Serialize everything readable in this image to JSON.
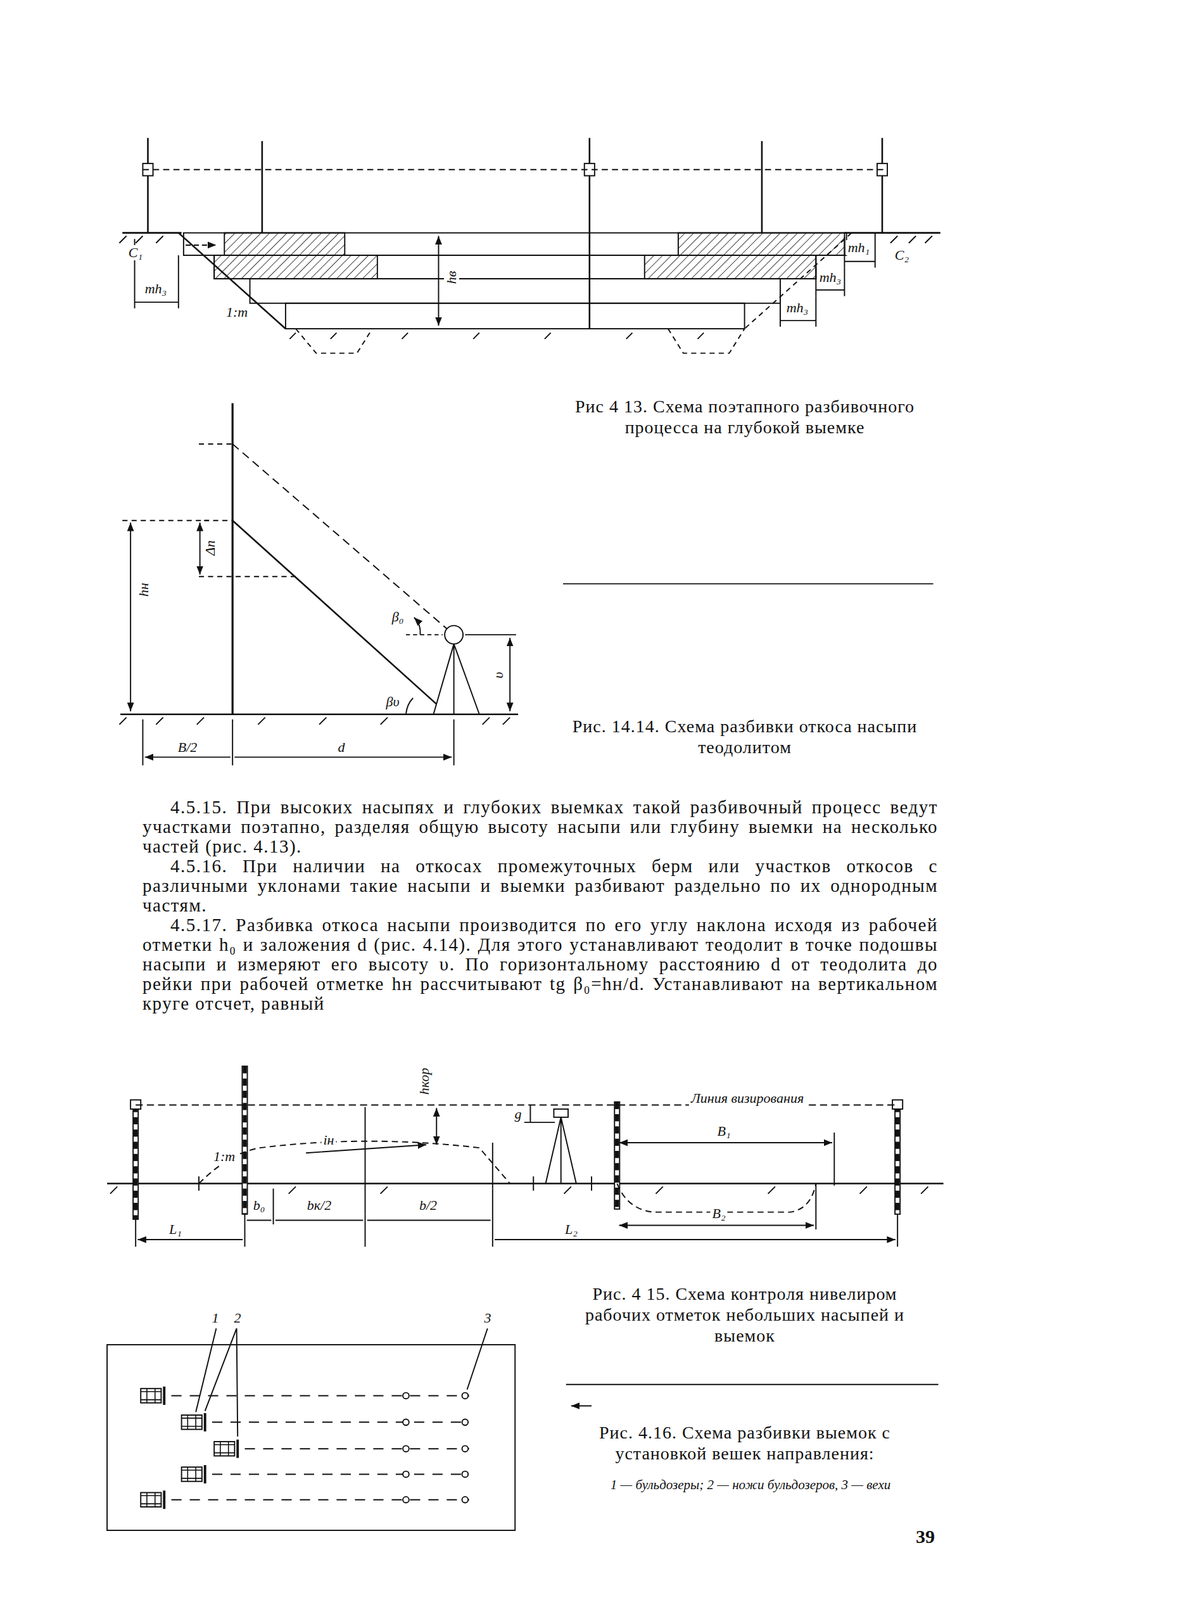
{
  "diagram": {
    "labels": [
      "C₁",
      "mh₃",
      "1:m",
      "hв",
      "mh₁",
      "C₂",
      "mh₃",
      "mh₃",
      "Рис 4 13. Схема поэтапного разбивочного процесса на глубокой выемке",
      "Δn",
      "hн",
      "β₀",
      "βυ",
      "υ",
      "B/2",
      "d",
      "Рис. 14.14. Схема разбивки откоса насыпи теодолитом",
      "4.5.15. При высоких насыпях и глубоких выемках такой разбивочный процесс ведут участками поэтапно, разделяя общую высоту насыпи или глубину выемки на несколько частей (рис. 4.13).",
      "4.5.16. При наличии на откосах промежуточных берм или участков откосов с различными уклонами такие насыпи и выемки разбивают раздельно по их однородным частям.",
      "4.5.17. Разбивка откоса насыпи производится по его углу наклона исходя из рабочей отметки h₀ и заложения d (рис. 4.14). Для этого устанавливают теодолит в точке подошвы насыпи и измеряют его высоту υ. По горизонтальному расстоянию d от теодолита до рейки при рабочей отметке hн рассчитывают tg β₀=hн/d. Устанавливают на вертикальном круге отсчет, равный",
      "hкор",
      "Линия визирования",
      "g",
      "B₁",
      "1:m",
      "iн",
      "B₂",
      "L₁",
      "b₀",
      "bк/2",
      "b/2",
      "L₂",
      "Рис. 4 15. Схема контроля нивелиром рабочих отметок небольших насыпей и выемок",
      "1",
      "2",
      "3",
      "Рис. 4.16. Схема разбивки выемок с установкой вешек направления:",
      "1 — бульдозеры; 2 — ножи бульдозеров, 3 — вехи",
      "39"
    ]
  }
}
